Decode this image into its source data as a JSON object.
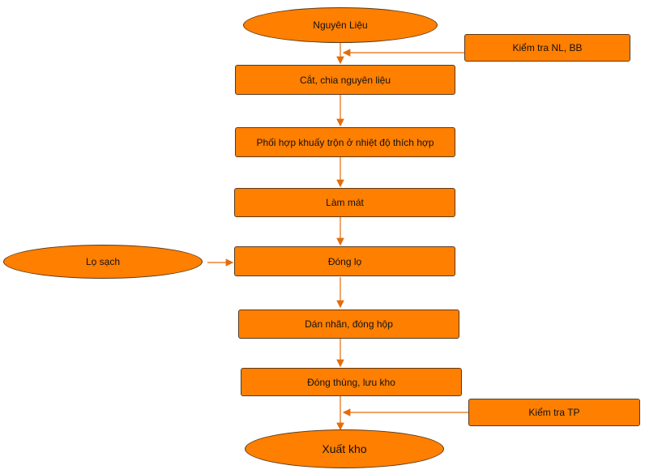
{
  "diagram": {
    "colors": {
      "fill": "#ff7f00",
      "border": "#5a3a1a",
      "arrow": "#e46c0a",
      "text": "#111111"
    },
    "nodes": {
      "raw_material": "Nguyên Liệu",
      "check_raw": "Kiểm tra NL, BB",
      "cut": "Cắt, chia nguyên liệu",
      "mix": "Phối hợp khuấy trộn ở nhiệt độ thích hợp",
      "cool": "Làm mát",
      "clean_jar": "Lọ sạch",
      "bottling": "Đóng lọ",
      "label_box": "Dán nhãn, đóng hộp",
      "pack": "Đóng thùng, lưu kho",
      "check_product": "Kiểm tra TP",
      "export": "Xuất kho"
    }
  }
}
